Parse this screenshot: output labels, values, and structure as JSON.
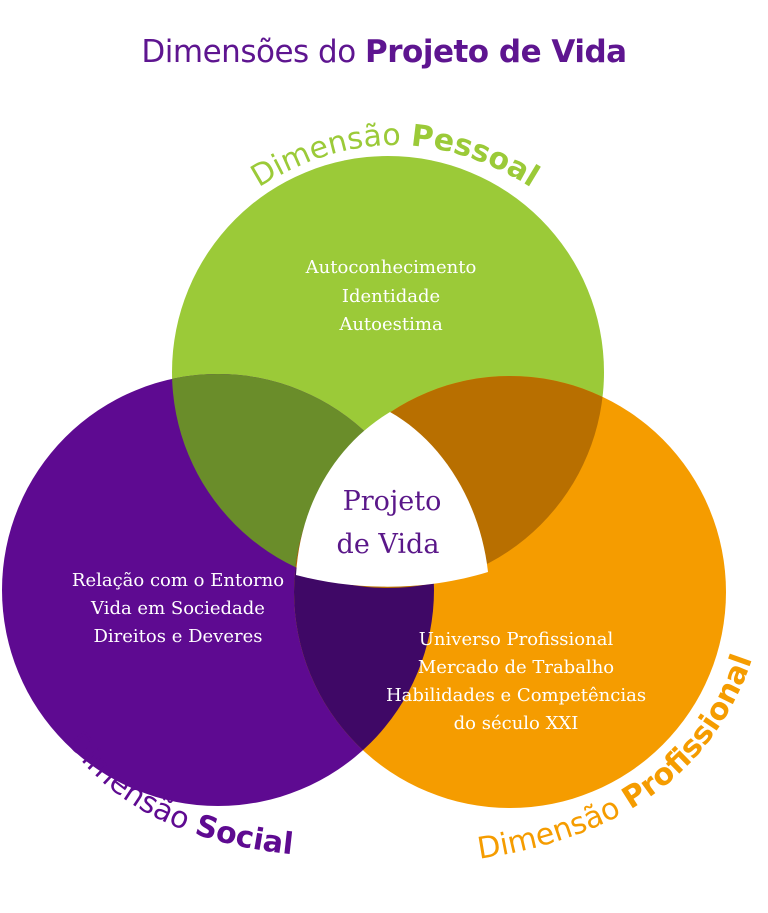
{
  "title": {
    "normal": "Dimensões do ",
    "bold": "Projeto de Vida"
  },
  "center": {
    "line1": "Projeto",
    "line2": "de Vida"
  },
  "colors": {
    "purple": "#5e0a91",
    "green": "#9bca38",
    "orange": "#f59c00",
    "title": "#5e1590"
  },
  "dimensions": {
    "pessoal": {
      "label_prefix": "Dimensão ",
      "label_bold": "Pessoal",
      "items": [
        "Autoconhecimento",
        "Identidade",
        "Autoestima"
      ]
    },
    "social": {
      "label_prefix": "Dimensão ",
      "label_bold": "Social",
      "items": [
        "Relação com o Entorno",
        "Vida em Sociedade",
        "Direitos e Deveres"
      ]
    },
    "profissional": {
      "label_prefix": "Dimensão ",
      "label_bold": "Profissional",
      "items": [
        "Universo Profissional",
        "Mercado de Trabalho",
        "Habilidades e Competências",
        "do século XXI"
      ]
    }
  }
}
